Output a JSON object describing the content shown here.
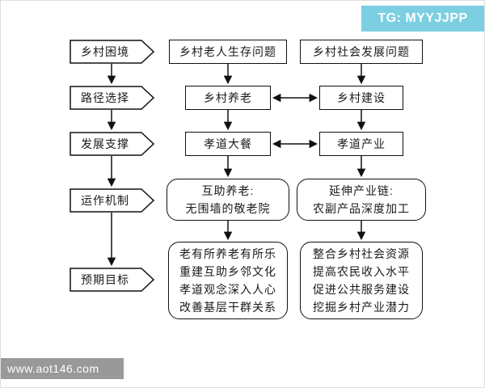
{
  "badge": {
    "text": "TG: MYYJJPP",
    "bg_color": "#7ccfe3"
  },
  "watermark": {
    "text": "www.aot146.com"
  },
  "stages": [
    {
      "label": "乡村困境"
    },
    {
      "label": "路径选择"
    },
    {
      "label": "发展支撑"
    },
    {
      "label": "运作机制"
    },
    {
      "label": "预期目标"
    }
  ],
  "elder_track": {
    "problem": "乡村老人生存问题",
    "path": "乡村养老",
    "support": "孝道大餐",
    "mechanism_lines": [
      "互助养老:",
      "无围墙的敬老院"
    ],
    "goal_lines": [
      "老有所养老有所乐",
      "重建互助乡邻文化",
      "孝道观念深入人心",
      "改善基层干群关系"
    ]
  },
  "village_track": {
    "problem": "乡村社会发展问题",
    "path": "乡村建设",
    "support": "孝道产业",
    "mechanism_lines": [
      "延伸产业链:",
      "农副产品深度加工"
    ],
    "goal_lines": [
      "整合乡村社会资源",
      "提高农民收入水平",
      "促进公共服务建设",
      "挖掘乡村产业潜力"
    ]
  }
}
